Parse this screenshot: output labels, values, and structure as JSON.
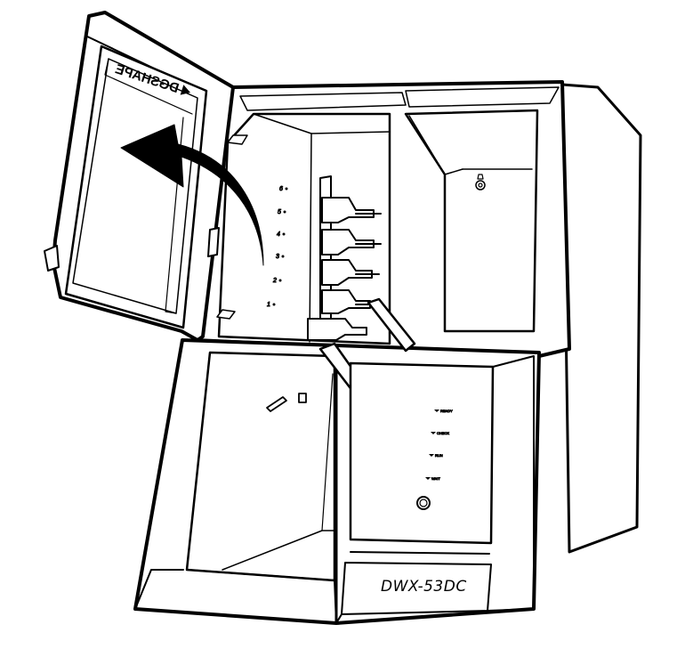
{
  "machine": {
    "model_label": "DWX-53DC",
    "brand_logo_text": "DGSHAPE"
  },
  "changer": {
    "slot_numbers": [
      "6",
      "5",
      "4",
      "3",
      "2",
      "1"
    ]
  },
  "panel": {
    "indicator_labels": [
      "READY",
      "CHECK",
      "RUN",
      "WAIT"
    ]
  }
}
